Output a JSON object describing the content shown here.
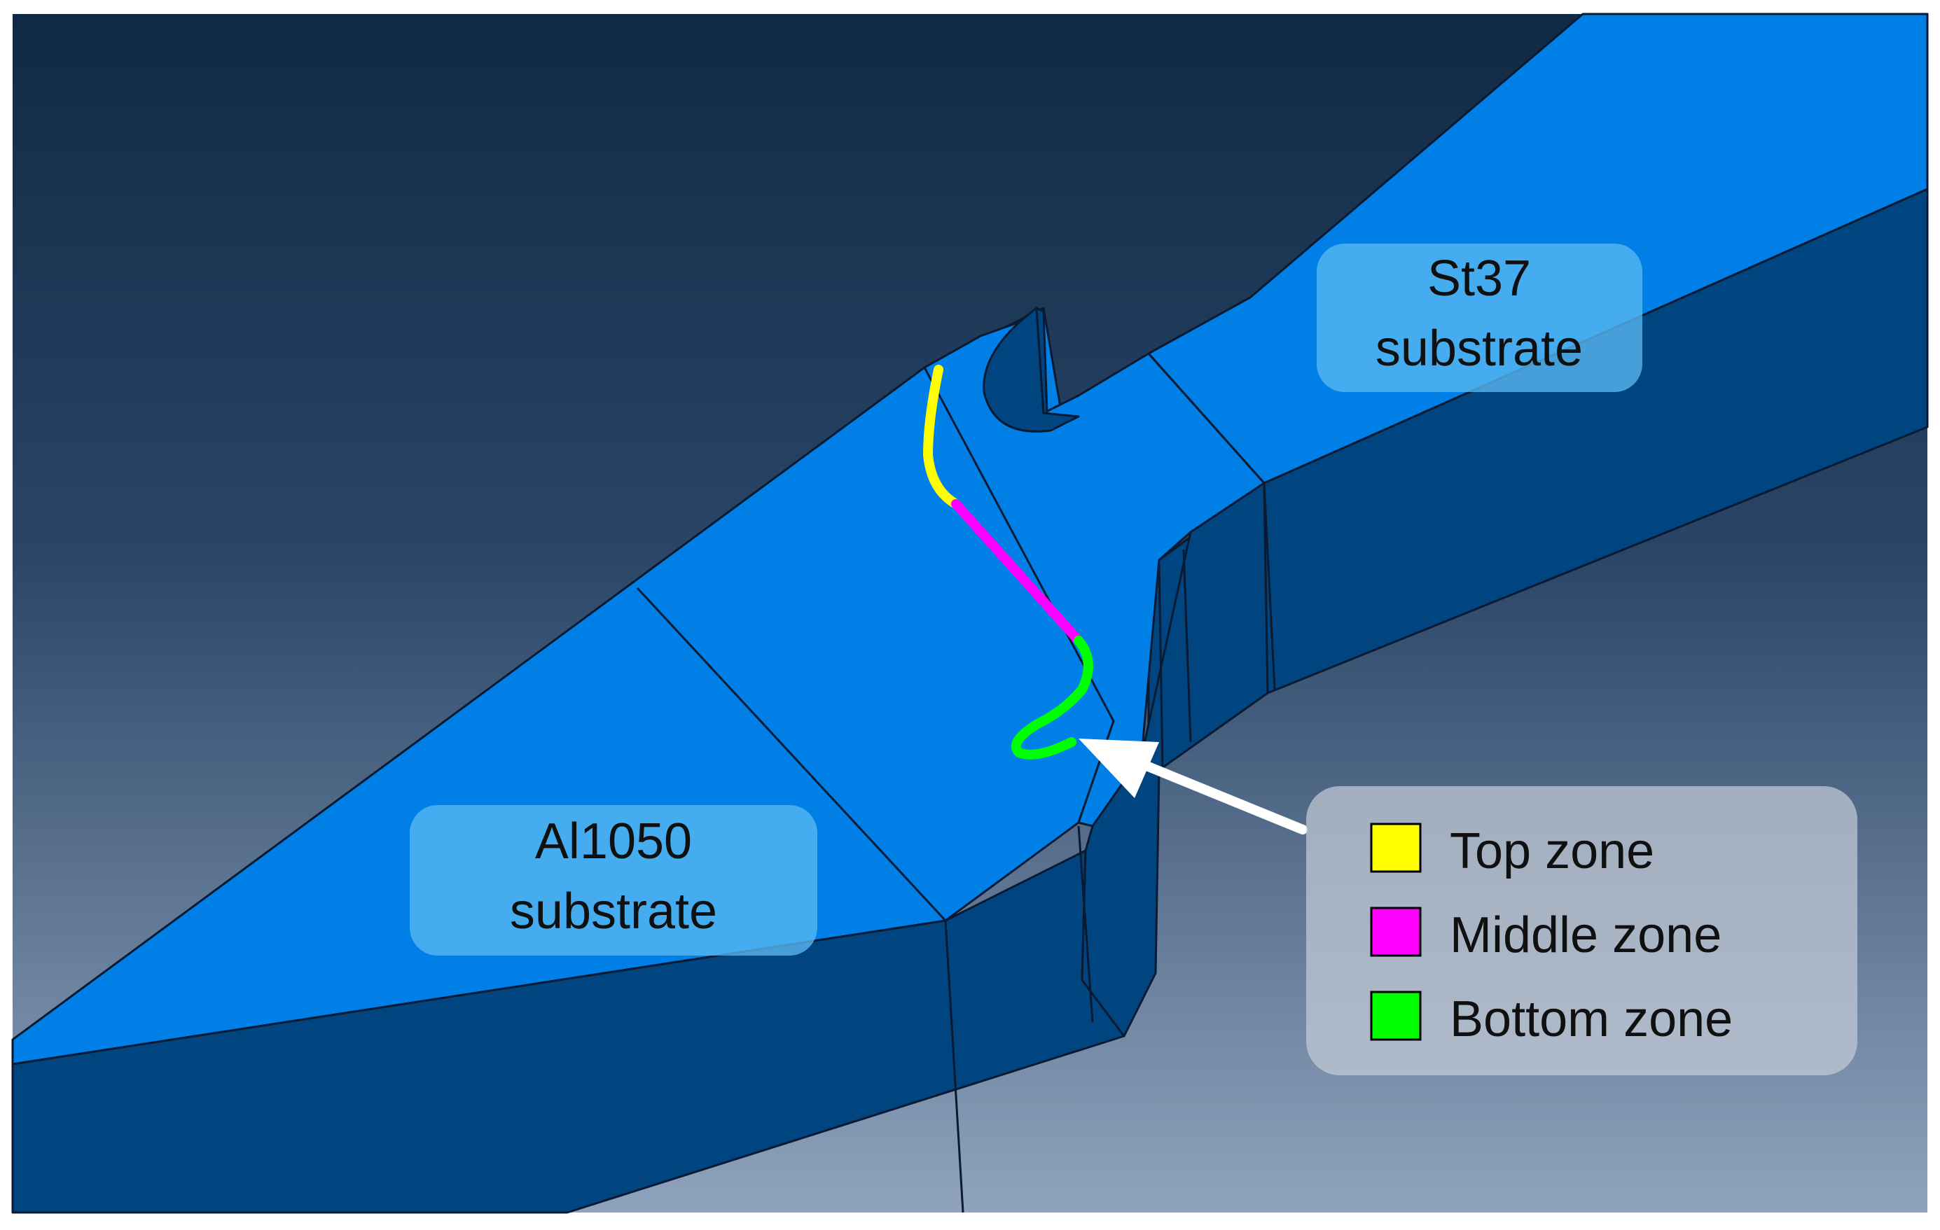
{
  "labels": {
    "st37_line1": "St37",
    "st37_line2": "substrate",
    "al1050_line1": "Al1050",
    "al1050_line2": "substrate"
  },
  "legend": {
    "items": [
      {
        "label": "Top zone",
        "color": "#ffff00"
      },
      {
        "label": "Middle zone",
        "color": "#ff00ff"
      },
      {
        "label": "Bottom zone",
        "color": "#00ff00"
      }
    ]
  },
  "colors": {
    "background_top": "#102a45",
    "background_bottom": "#8fa3bd",
    "face_top": "#0080e6",
    "face_side": "#00457f",
    "edge": "#0a1a33",
    "label_box": "#5ab8f2",
    "legend_box": "#c3cbd6",
    "arrow": "#ffffff"
  }
}
